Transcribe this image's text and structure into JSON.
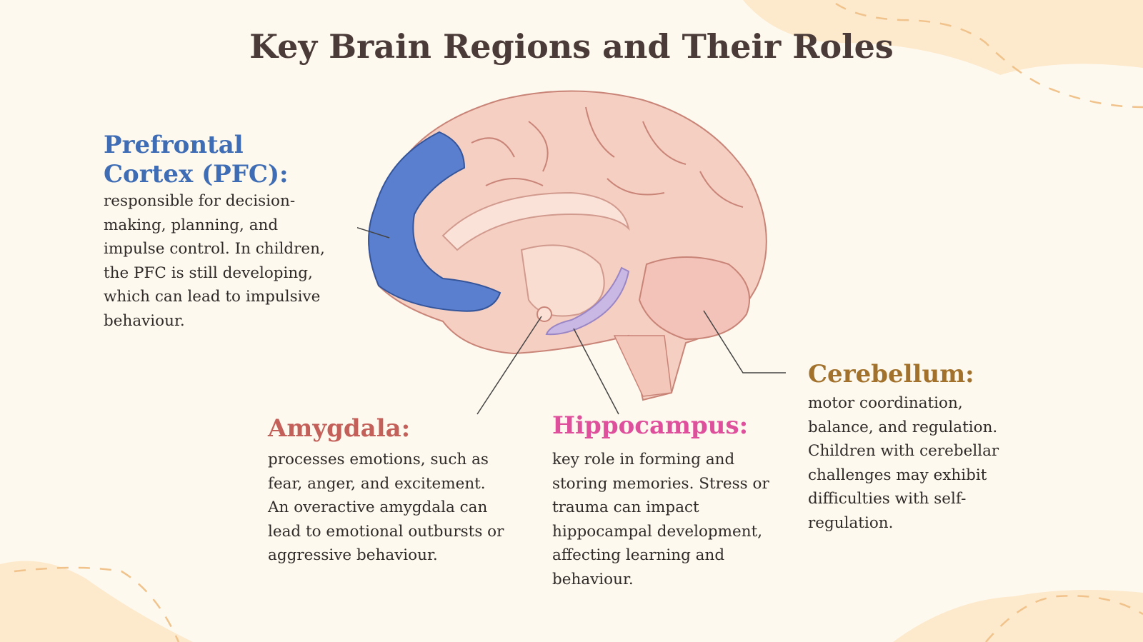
{
  "title": "Key Brain Regions and Their Roles",
  "regions": {
    "pfc": {
      "heading": "Prefrontal Cortex (PFC):",
      "text": "responsible for decision-making, planning, and impulse control. In children, the PFC is still developing, which can lead to impulsive behaviour.",
      "color": "#3f6db5"
    },
    "amygdala": {
      "heading": "Amygdala:",
      "text": "processes emotions, such as fear, anger, and excitement. An overactive amygdala can lead to emotional outbursts or aggressive behaviour.",
      "color": "#c4605a"
    },
    "hippocampus": {
      "heading": "Hippocampus:",
      "text": "key role in forming and storing memories. Stress or trauma can impact hippocampal development, affecting learning and behaviour.",
      "color": "#de4f9c"
    },
    "cerebellum": {
      "heading": "Cerebellum:",
      "text": "motor coordination, balance, and regulation. Children with cerebellar challenges may exhibit difficulties with self-regulation.",
      "color": "#a2722c"
    }
  }
}
